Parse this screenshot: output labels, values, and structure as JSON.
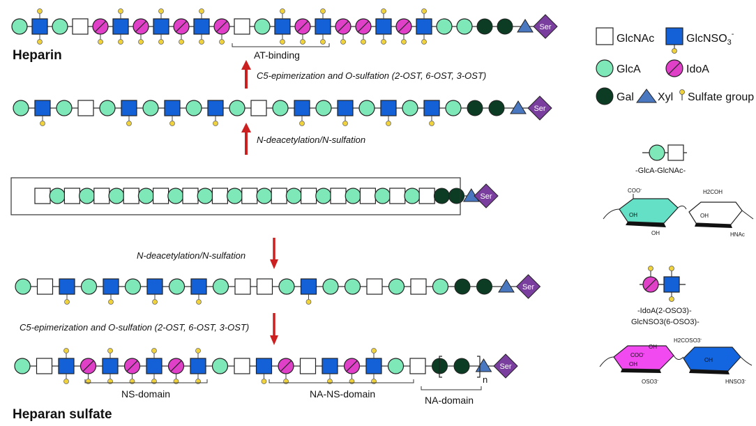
{
  "titles": {
    "heparin": "Heparin",
    "heparan_sulfate": "Heparan sulfate"
  },
  "steps": {
    "top_c5": "C5-epimerization and O-sulfation (2-OST, 6-OST, 3-OST)",
    "top_nd": "N-deacetylation/N-sulfation",
    "bottom_nd": "N-deacetylation/N-sulfation",
    "bottom_c5": "C5-epimerization and O-sulfation (2-OST, 6-OST, 3-OST)"
  },
  "domains": {
    "at_binding": "AT-binding",
    "ns": "NS-domain",
    "na_ns": "NA-NS-domain",
    "na": "NA-domain",
    "repeat_n": "n"
  },
  "linker_label": "Ser",
  "legend": {
    "glcnac": "GlcNAc",
    "glcnso3": "GlcNSO",
    "glcnso3_sub": "3",
    "glcnso3_sup": "-",
    "glca": "GlcA",
    "idoa": "IdoA",
    "gal": "Gal",
    "xyl": "Xyl",
    "sulfate": "Sulfate group"
  },
  "structures": {
    "disaccharide1_label": "-GlcA-GlcNAc-",
    "disaccharide2_label_line1": "-IdoA(2-OSO3)-",
    "disaccharide2_label_line2": "GlcNSO3(6-OSO3)-",
    "coo_minus": "COO",
    "h2coh": "H2COH",
    "oh": "OH",
    "hnac": "HNAc",
    "h2coso3": "H2COSO3",
    "oso3": "OSO3",
    "hnso3": "HNSO3"
  },
  "colors": {
    "glca": "#7ee8b8",
    "glcnso3": "#1460d6",
    "idoa": "#e040c8",
    "gal": "#0c3d24",
    "xyl": "#4a78c0",
    "ser": "#7a3f9e",
    "sulfate": "#f0d23c",
    "arrow": "#cc1f1f"
  },
  "chains": {
    "heparin": "A S A N I S I S I S I N A S I S I I S I S A A G G X R",
    "heparin_sulfates": "0 1 0 0 1 1 1 1 1 1 1 1 0 2 1 2 1 1 1 1 1 0 0 0 0 0 0",
    "intermediate": "A S A N A S A S A S A N A S A S A S A S A G G X R",
    "precursor": "N A N A N A N A N A N A N A N A N A N A N A N A N A N G G X R",
    "ns_chain": "A N S A S A S A S A N N A S A A N A N A G G X R",
    "heparan_sulfate": "A N S I S I S I S A N S I N S I S A N G G X R",
    "hs_sulfates": "0 0 1 1 2 1 2 1 2 1 0 0 2 1 0 2 1 0 0 0 0 0 0"
  }
}
